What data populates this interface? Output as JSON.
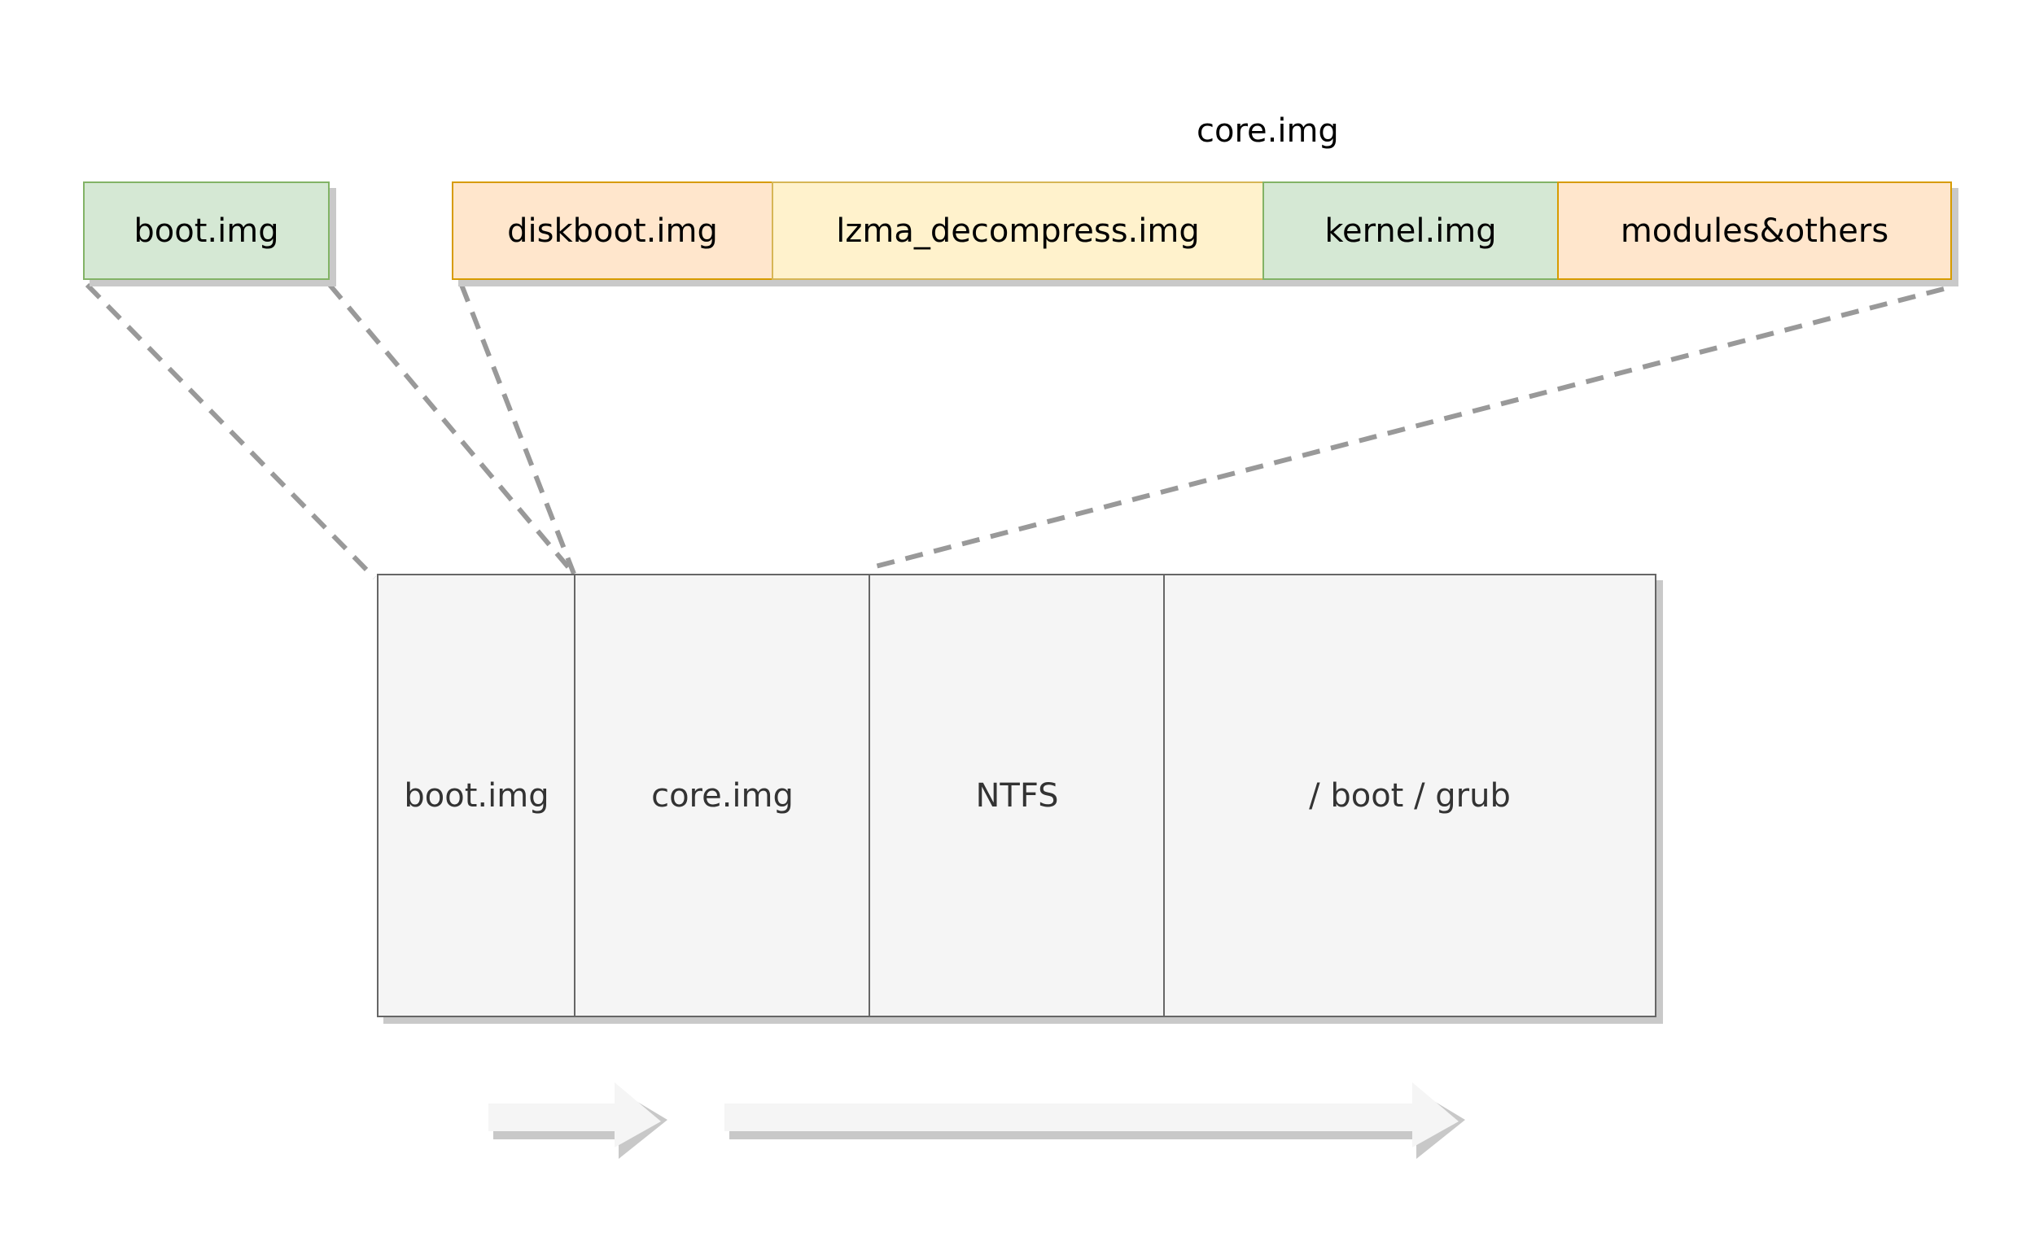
{
  "top": {
    "core_label": "core.img",
    "boot": "boot.img",
    "core_parts": [
      "diskboot.img",
      "lzma_decompress.img",
      "kernel.img",
      "modules&others"
    ]
  },
  "disk": {
    "segments": [
      "boot.img",
      "core.img",
      "NTFS",
      "/ boot / grub"
    ]
  },
  "colors": {
    "green_fill": "#d5e8d4",
    "green_stroke": "#82b366",
    "orange_fill": "#ffe6cc",
    "orange_stroke": "#d79b00",
    "yellow_fill": "#fff2cc",
    "yellow_stroke": "#d6b656",
    "gray_fill": "#f5f5f5",
    "gray_stroke": "#666666",
    "connector": "#999999"
  }
}
